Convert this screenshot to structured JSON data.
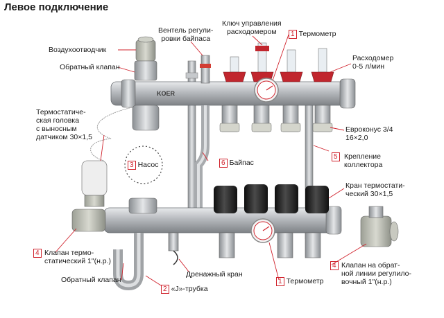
{
  "title": "Левое подключение",
  "brand": "KOER",
  "colors": {
    "accent_red": "#d0202a",
    "leader": "#d0202a",
    "metal": "#b9bcbf",
    "valve_red": "#c1262e",
    "cap_black": "#1e1e1e"
  },
  "labels": {
    "air_vent": "Воздухоотводчик",
    "check_valve_top": "Обратный клапан",
    "bypass_valve": [
      "Вентель регули-",
      "ровки байпаса"
    ],
    "flow_key": [
      "Ключ управления",
      "расходомером"
    ],
    "thermometer_top": {
      "num": "1",
      "text": "Термометр"
    },
    "flowmeter": [
      "Расходомер",
      "0-5 л/мин"
    ],
    "thermo_head": [
      "Термостатиче-",
      "ская головка",
      "с выносным",
      "датчиком 30×1,5"
    ],
    "pump": {
      "num": "3",
      "text": "Насос"
    },
    "bypass": {
      "num": "6",
      "text": "Байпас"
    },
    "euroconus": [
      "Евроконус 3/4",
      "16×2,0"
    ],
    "bracket": {
      "num": "5",
      "lines": [
        "Крепление",
        "коллектора"
      ]
    },
    "thermo_valve_caps": [
      "Кран термостати-",
      "ческий 30×1,5"
    ],
    "thermo_valve": {
      "num": "4",
      "lines": [
        "Клапан термо-",
        "статический 1\"(н.р.)"
      ]
    },
    "check_valve_bottom": "Обратный клапан",
    "drain_valve": "Дренажный кран",
    "j_tube": {
      "num": "2",
      "text": "«J»-трубка"
    },
    "thermometer_bottom": {
      "num": "1",
      "text": "Термометр"
    },
    "return_valve": {
      "num": "4",
      "lines": [
        "Клапан на обрат-",
        "ной линии регулило-",
        "вочный 1\"(н.р.)"
      ]
    }
  }
}
